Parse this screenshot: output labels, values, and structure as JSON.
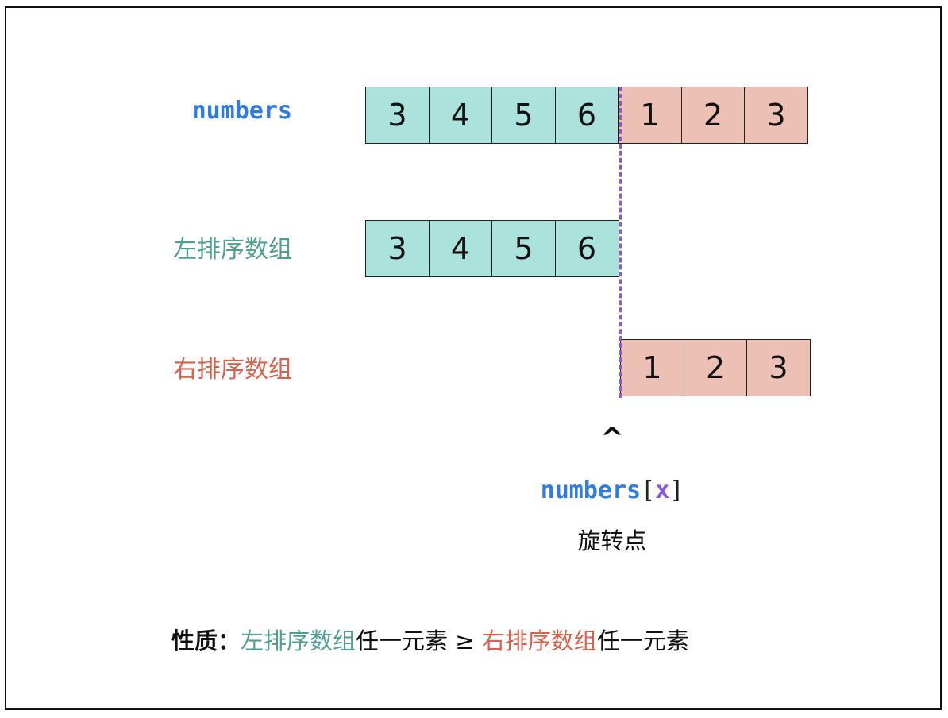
{
  "colors": {
    "numbers_label": "#2F7BDF",
    "left_array_label": "#4FA090",
    "right_array_label": "#D9604A",
    "left_cell_fill": "#ABE3DC",
    "right_cell_fill": "#ECC0B4",
    "pivot_line": "#8B55E8",
    "index_x": "#8B55E8"
  },
  "rows": {
    "numbers": {
      "label": "numbers",
      "left_values": [
        "3",
        "4",
        "5",
        "6"
      ],
      "right_values": [
        "1",
        "2",
        "3"
      ]
    },
    "left_sorted": {
      "label": "左排序数组",
      "values": [
        "3",
        "4",
        "5",
        "6"
      ]
    },
    "right_sorted": {
      "label": "右排序数组",
      "values": [
        "1",
        "2",
        "3"
      ]
    }
  },
  "pivot": {
    "caret": "^",
    "expr_name": "numbers",
    "expr_open": "[",
    "expr_index": "x",
    "expr_close": "]",
    "caption": "旋转点"
  },
  "property": {
    "prefix": "性质：",
    "left_term": "左排序数组",
    "any_element_1": "任一元素",
    "relation": " ≥ ",
    "right_term": "右排序数组",
    "any_element_2": "任一元素"
  }
}
